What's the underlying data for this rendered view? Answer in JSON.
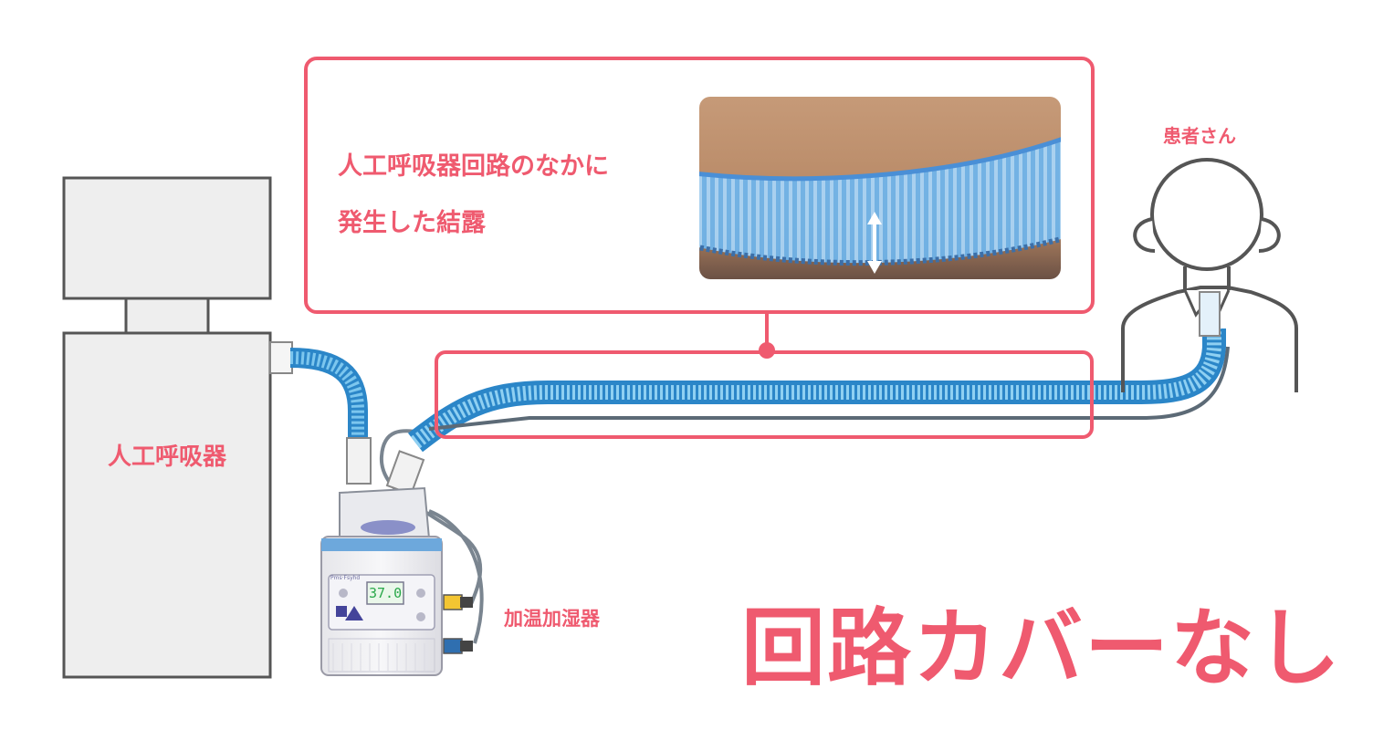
{
  "ventilator": {
    "label": "人工呼吸器"
  },
  "humidifier": {
    "label": "加温加湿器",
    "display_value": "37.0",
    "brand": "Pms·Fsyhd"
  },
  "patient": {
    "label": "患者さん"
  },
  "callout": {
    "line1": "人工呼吸器回路のなかに",
    "line2": "発生した結露"
  },
  "headline": "回路カバーなし",
  "colors": {
    "accent": "#ef5a6f",
    "tube_blue": "#3aa0d8",
    "outline_gray": "#555555",
    "box_fill": "#eeeeee"
  }
}
